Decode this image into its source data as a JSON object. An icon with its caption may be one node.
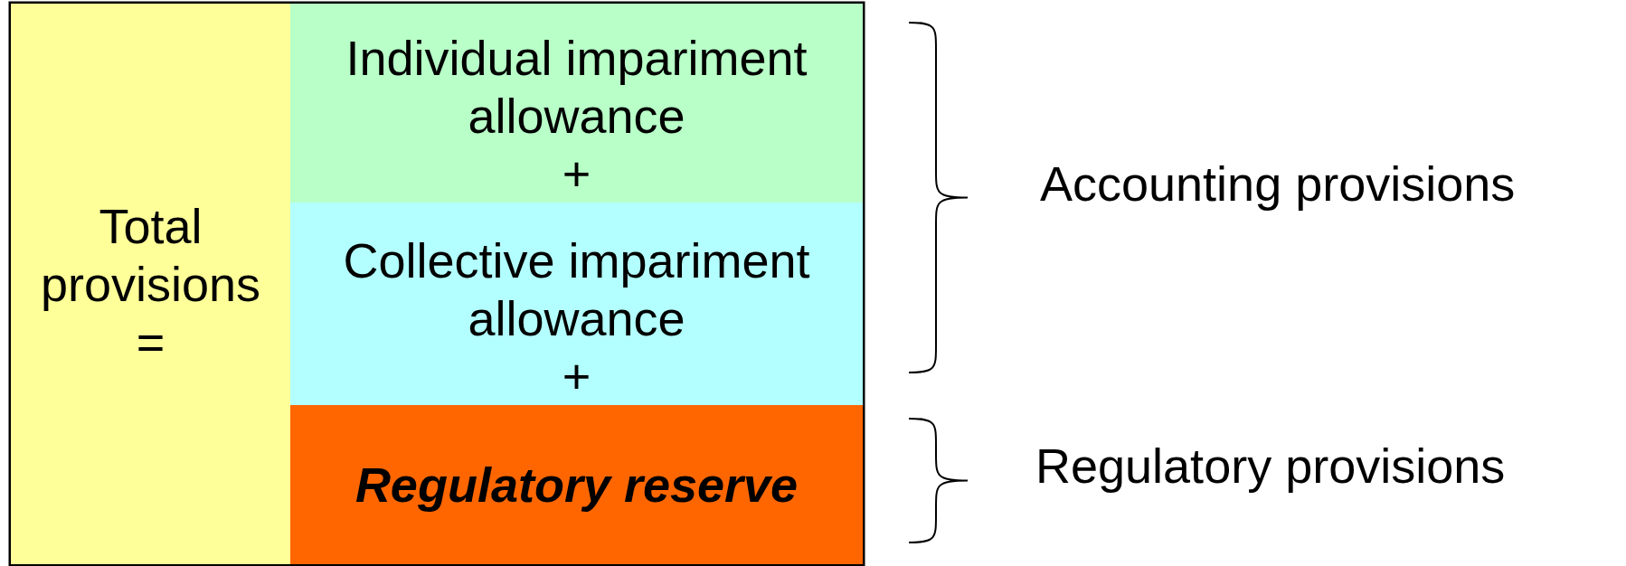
{
  "diagram": {
    "nodes": [
      {
        "text": [
          "Total provisions",
          "="
        ]
      },
      {
        "text": [
          "Individual impariment allowance",
          "+"
        ]
      },
      {
        "text": [
          "Collective impariment allowance",
          "+"
        ]
      },
      {
        "text": [
          "Regulatory reserve"
        ]
      }
    ],
    "labels": [
      "Accounting provisions",
      "Regulatory provisions"
    ]
  }
}
